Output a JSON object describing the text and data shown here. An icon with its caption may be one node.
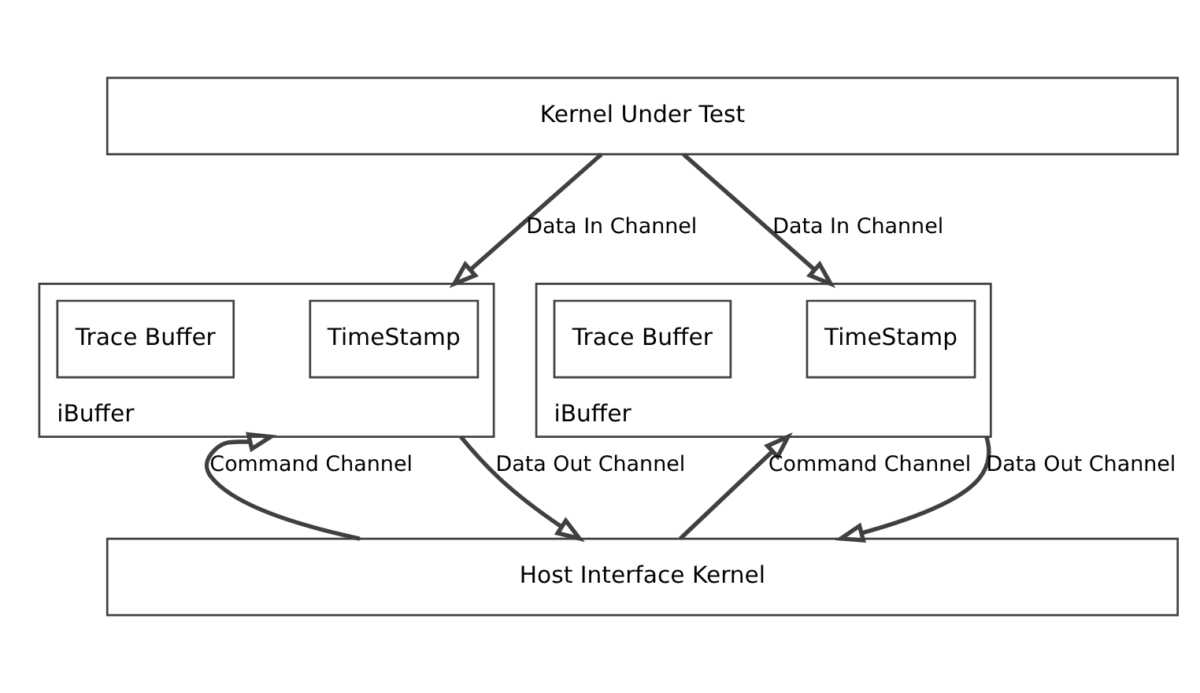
{
  "diagram": {
    "nodes": [
      {
        "text": [
          "Kernel Under Test"
        ]
      },
      {
        "text": [
          "iBuffer"
        ]
      },
      {
        "text": [
          "TimeStamp"
        ],
        "in": 1
      },
      {
        "text": [
          "Trace Buffer"
        ],
        "in": 1
      },
      {
        "text": [
          "iBuffer"
        ]
      },
      {
        "text": [
          "TimeStamp"
        ],
        "in": 4
      },
      {
        "text": [
          "Trace Buffer"
        ],
        "in": 4
      },
      {
        "text": [
          "Host Interface Kernel"
        ]
      }
    ],
    "edges": [
      {
        "from": 0,
        "to": 1,
        "arrow": "to",
        "label": "Data In Channel"
      },
      {
        "from": 0,
        "to": 4,
        "arrow": "to",
        "label": "Data In Channel"
      },
      {
        "from": 7,
        "to": 1,
        "arrow": "to",
        "label": "Command Channel"
      },
      {
        "from": 1,
        "to": 7,
        "arrow": "to",
        "label": "Data Out Channel"
      },
      {
        "from": 7,
        "to": 4,
        "arrow": "to",
        "label": "Command Channel"
      },
      {
        "from": 4,
        "to": 7,
        "arrow": "to",
        "label": "Data Out Channel"
      }
    ]
  }
}
